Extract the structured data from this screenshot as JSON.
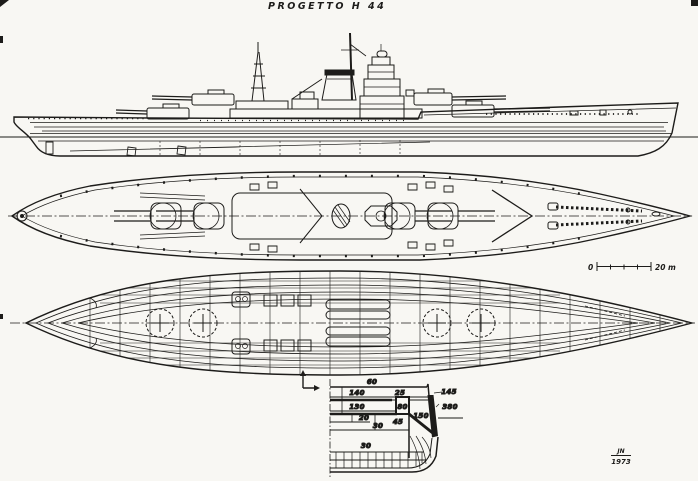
{
  "title": "PROGETTO  H 44",
  "scale_bar": {
    "start": "0",
    "end": "20 m"
  },
  "armor_section": {
    "values": [
      "60",
      "140",
      "25",
      "145",
      "130",
      "80",
      "380",
      "150",
      "20",
      "45",
      "30",
      "30"
    ]
  },
  "signature": {
    "initials": "JN",
    "year": "1973"
  },
  "colors": {
    "paper": "#f8f7f3",
    "ink": "#1d1c1a"
  }
}
